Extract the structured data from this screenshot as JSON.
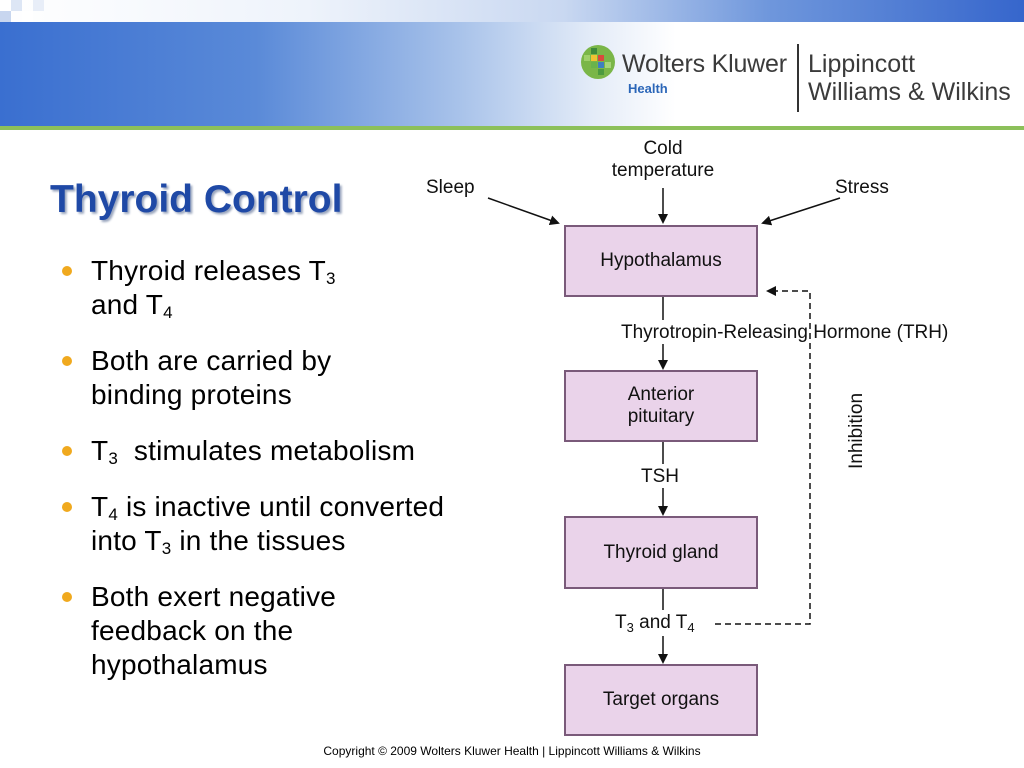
{
  "header": {
    "logo_brand": "Wolters Kluwer",
    "logo_sub": "Health",
    "logo_partner_line1": "Lippincott",
    "logo_partner_line2": "Williams & Wilkins"
  },
  "slide": {
    "title": "Thyroid Control",
    "bullets": [
      {
        "before": "Thyroid releases T",
        "sub1": "3",
        "mid": "and T",
        "sub2": "4",
        "after": ""
      },
      {
        "text": "Both are carried by binding proteins"
      },
      {
        "before": "T",
        "sub1": "3",
        "after": " stimulates metabolism"
      },
      {
        "before": "T",
        "sub1": "4",
        "mid": " is inactive until converted into T",
        "sub2": "3",
        "after": " in the tissues"
      },
      {
        "text": "Both exert negative feedback on the hypothalamus"
      }
    ]
  },
  "diagram": {
    "inputs": {
      "cold": "Cold temperature",
      "sleep": "Sleep",
      "stress": "Stress"
    },
    "boxes": {
      "hypothalamus": "Hypothalamus",
      "anterior_pituitary": "Anterior pituitary",
      "thyroid_gland": "Thyroid gland",
      "target_organs": "Target organs"
    },
    "labels": {
      "trh": "Thyrotropin-Releasing Hormone (TRH)",
      "tsh": "TSH",
      "t3t4_a": "T",
      "t3t4_sub1": "3",
      "t3t4_mid": " and T",
      "t3t4_sub2": "4",
      "inhibition": "Inhibition"
    }
  },
  "footer": {
    "copyright": "Copyright © 2009 Wolters Kluwer Health | Lippincott Williams & Wilkins"
  },
  "colors": {
    "title": "#1f49a6",
    "bullet": "#f0a91e",
    "box_fill": "#ead3ea",
    "box_border": "#7a5a7a",
    "accent_green": "#8cc05a"
  }
}
